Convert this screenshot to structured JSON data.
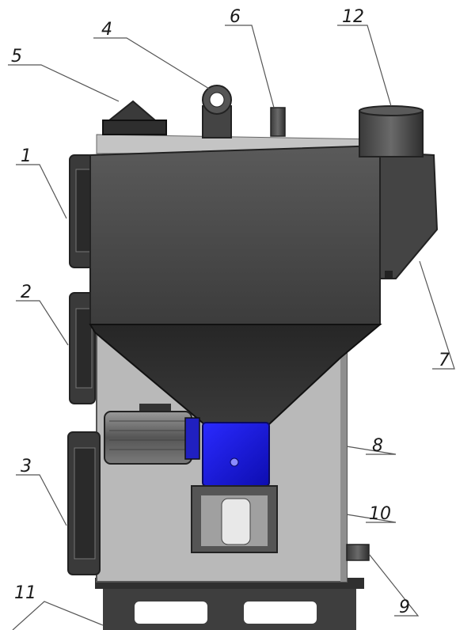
{
  "labels": [
    {
      "id": "1",
      "text": "1"
    },
    {
      "id": "2",
      "text": "2"
    },
    {
      "id": "3",
      "text": "3"
    },
    {
      "id": "4",
      "text": "4"
    },
    {
      "id": "5",
      "text": "5"
    },
    {
      "id": "6",
      "text": "6"
    },
    {
      "id": "7",
      "text": "7"
    },
    {
      "id": "8",
      "text": "8"
    },
    {
      "id": "9",
      "text": "9"
    },
    {
      "id": "10",
      "text": "10"
    },
    {
      "id": "11",
      "text": "11"
    },
    {
      "id": "12",
      "text": "12"
    }
  ],
  "colors": {
    "body_dark": "#4a4a4a",
    "body_light": "#b8b8b8",
    "hopper": "#2c2c2c",
    "reducer_blue": "#1515d8",
    "motor": "#6e6e6e",
    "leader_line": "#555555"
  }
}
